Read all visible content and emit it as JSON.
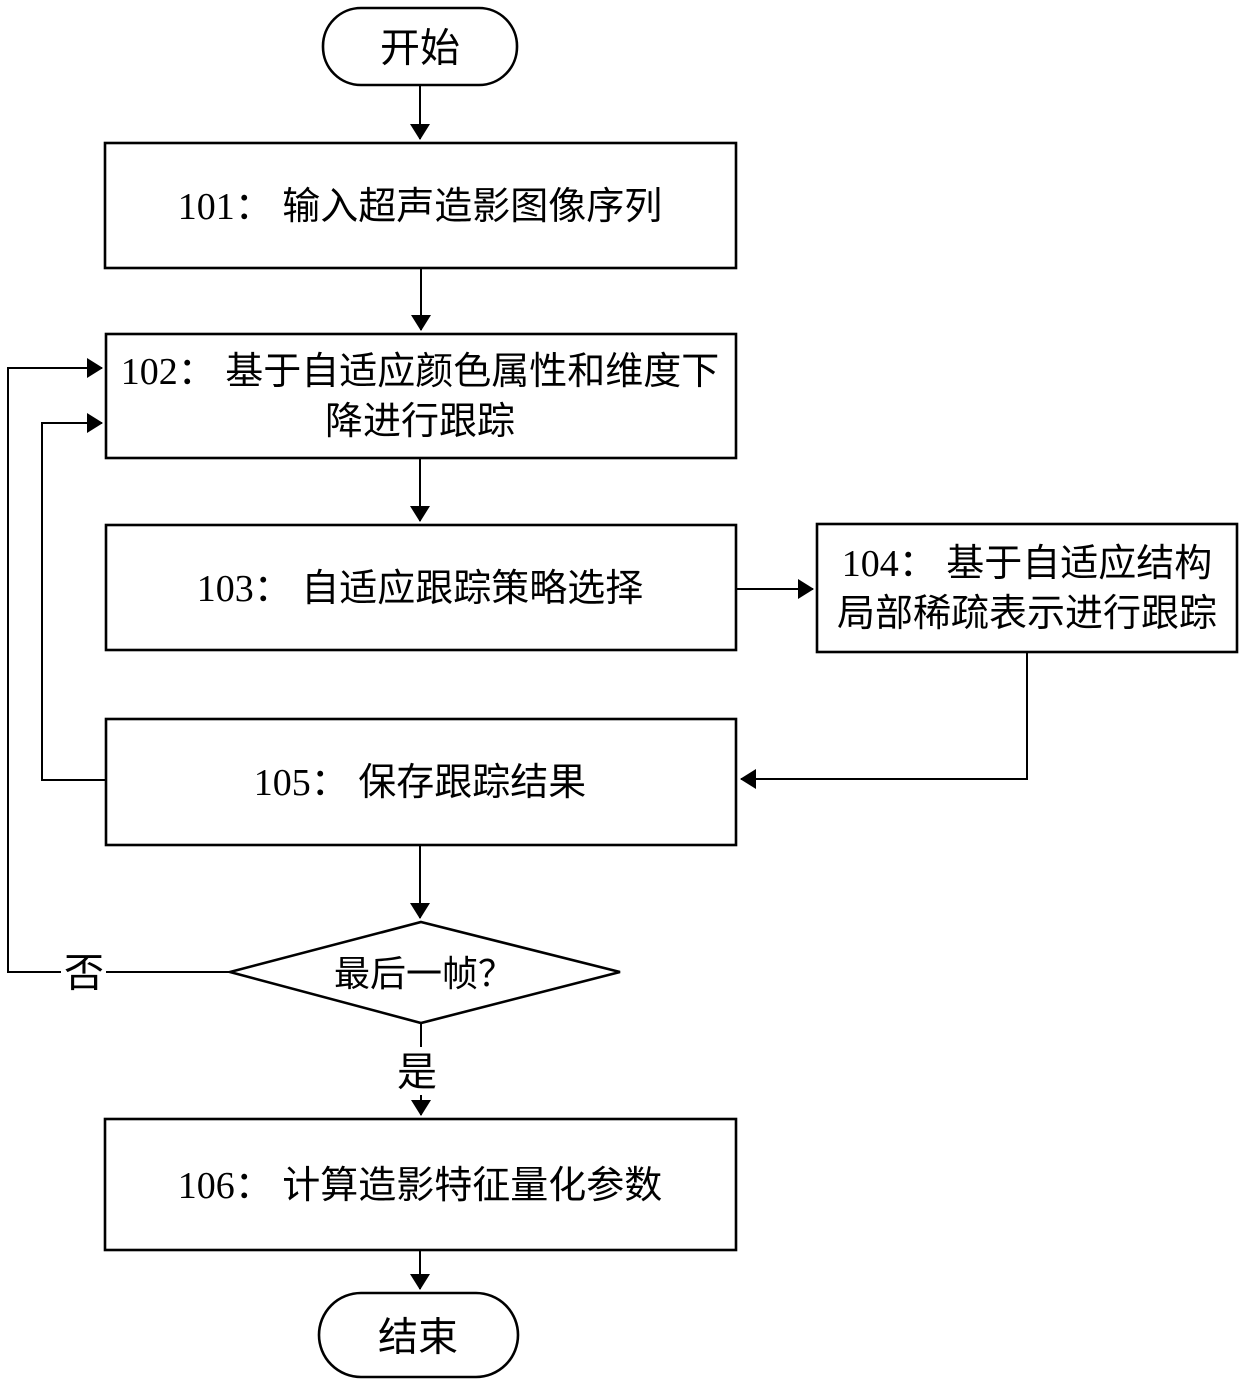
{
  "flowchart": {
    "nodes": {
      "start": "开始",
      "step101": "101： 输入超声造影图像序列",
      "step102_line1": "102： 基于自适应颜色属性和维度下",
      "step102_line2": "降进行跟踪",
      "step103": "103： 自适应跟踪策略选择",
      "step104_line1": "104： 基于自适应结构",
      "step104_line2": "局部稀疏表示进行跟踪",
      "step105": "105： 保存跟踪结果",
      "decision": "最后一帧？",
      "step106": "106： 计算造影特征量化参数",
      "end": "结束"
    },
    "edge_labels": {
      "no": "否",
      "yes": "是"
    },
    "colors": {
      "stroke": "#000000",
      "node_fill": "#ffffff",
      "background": "#ffffff",
      "text": "#000000"
    }
  }
}
